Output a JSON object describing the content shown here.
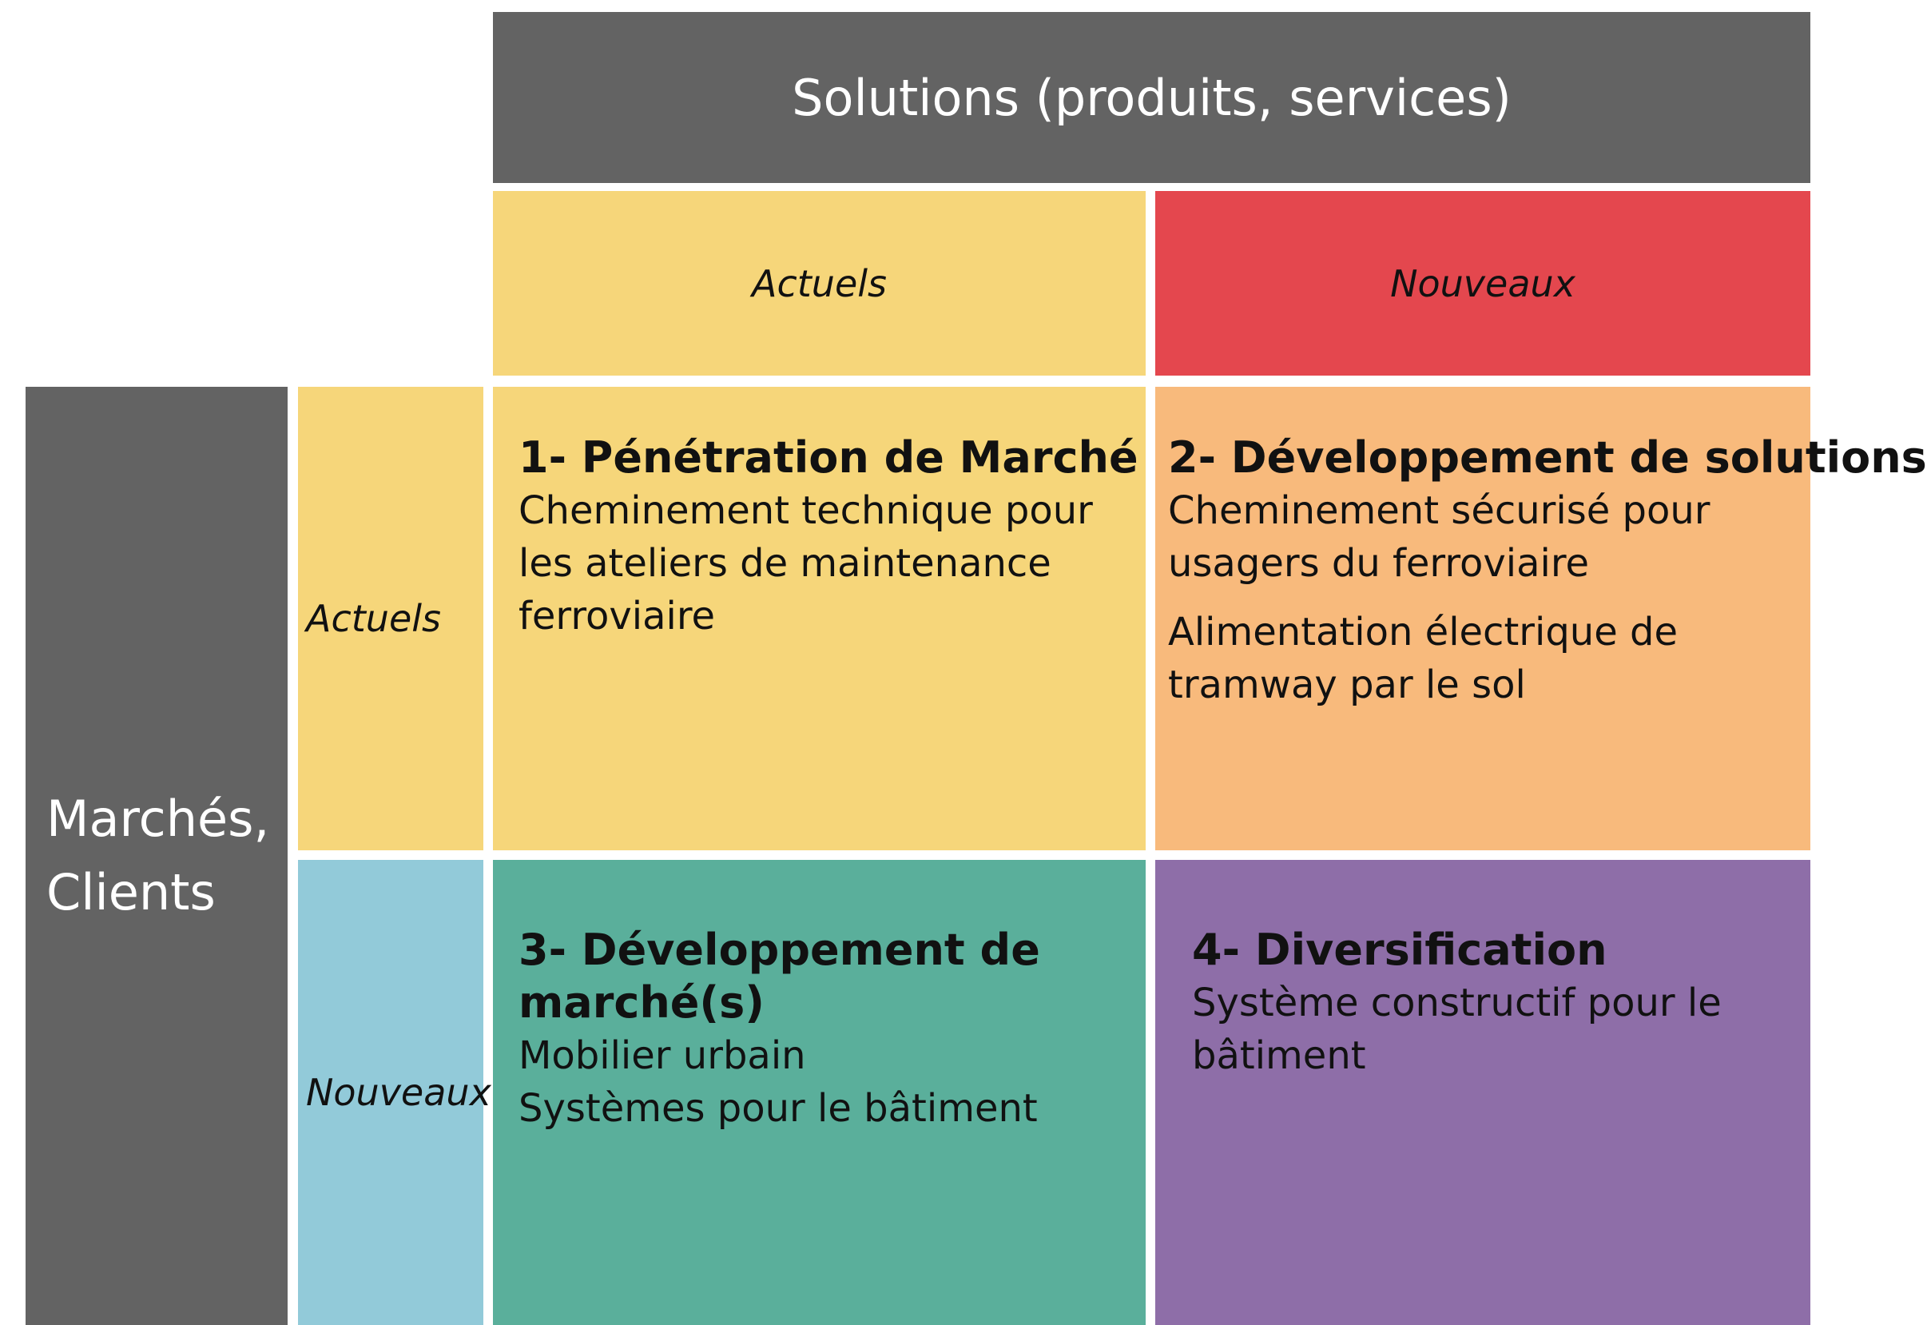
{
  "header": {
    "solutions_title": "Solutions (produits, services)",
    "col_current": "Actuels",
    "col_new": "Nouveaux"
  },
  "side": {
    "markets_title_line1": "Marchés,",
    "markets_title_line2": "Clients",
    "row_current": "Actuels",
    "row_new": "Nouveaux"
  },
  "quadrants": [
    {
      "title": "1- Pénétration de Marché",
      "lines": [
        "Cheminement technique pour",
        "les ateliers de maintenance",
        "ferroviaire"
      ]
    },
    {
      "title": "2- Développement de solutions",
      "lines": [
        "Cheminement sécurisé pour",
        "usagers du ferroviaire"
      ],
      "lines2": [
        "Alimentation électrique de",
        "tramway par le sol"
      ]
    },
    {
      "title_line1": "3- Développement de",
      "title_line2": "marché(s)",
      "lines": [
        "Mobilier urbain",
        "Systèmes pour le bâtiment"
      ]
    },
    {
      "title": "4- Diversification",
      "lines": [
        "Système constructif pour le",
        "bâtiment"
      ]
    }
  ],
  "colors": {
    "header_gray": "#636363",
    "yellow": "#f6d67a",
    "red": "#e4474e",
    "orange": "#f8ba7c",
    "blue": "#92cad9",
    "green": "#5aaf9b",
    "purple": "#8e6ea8"
  }
}
